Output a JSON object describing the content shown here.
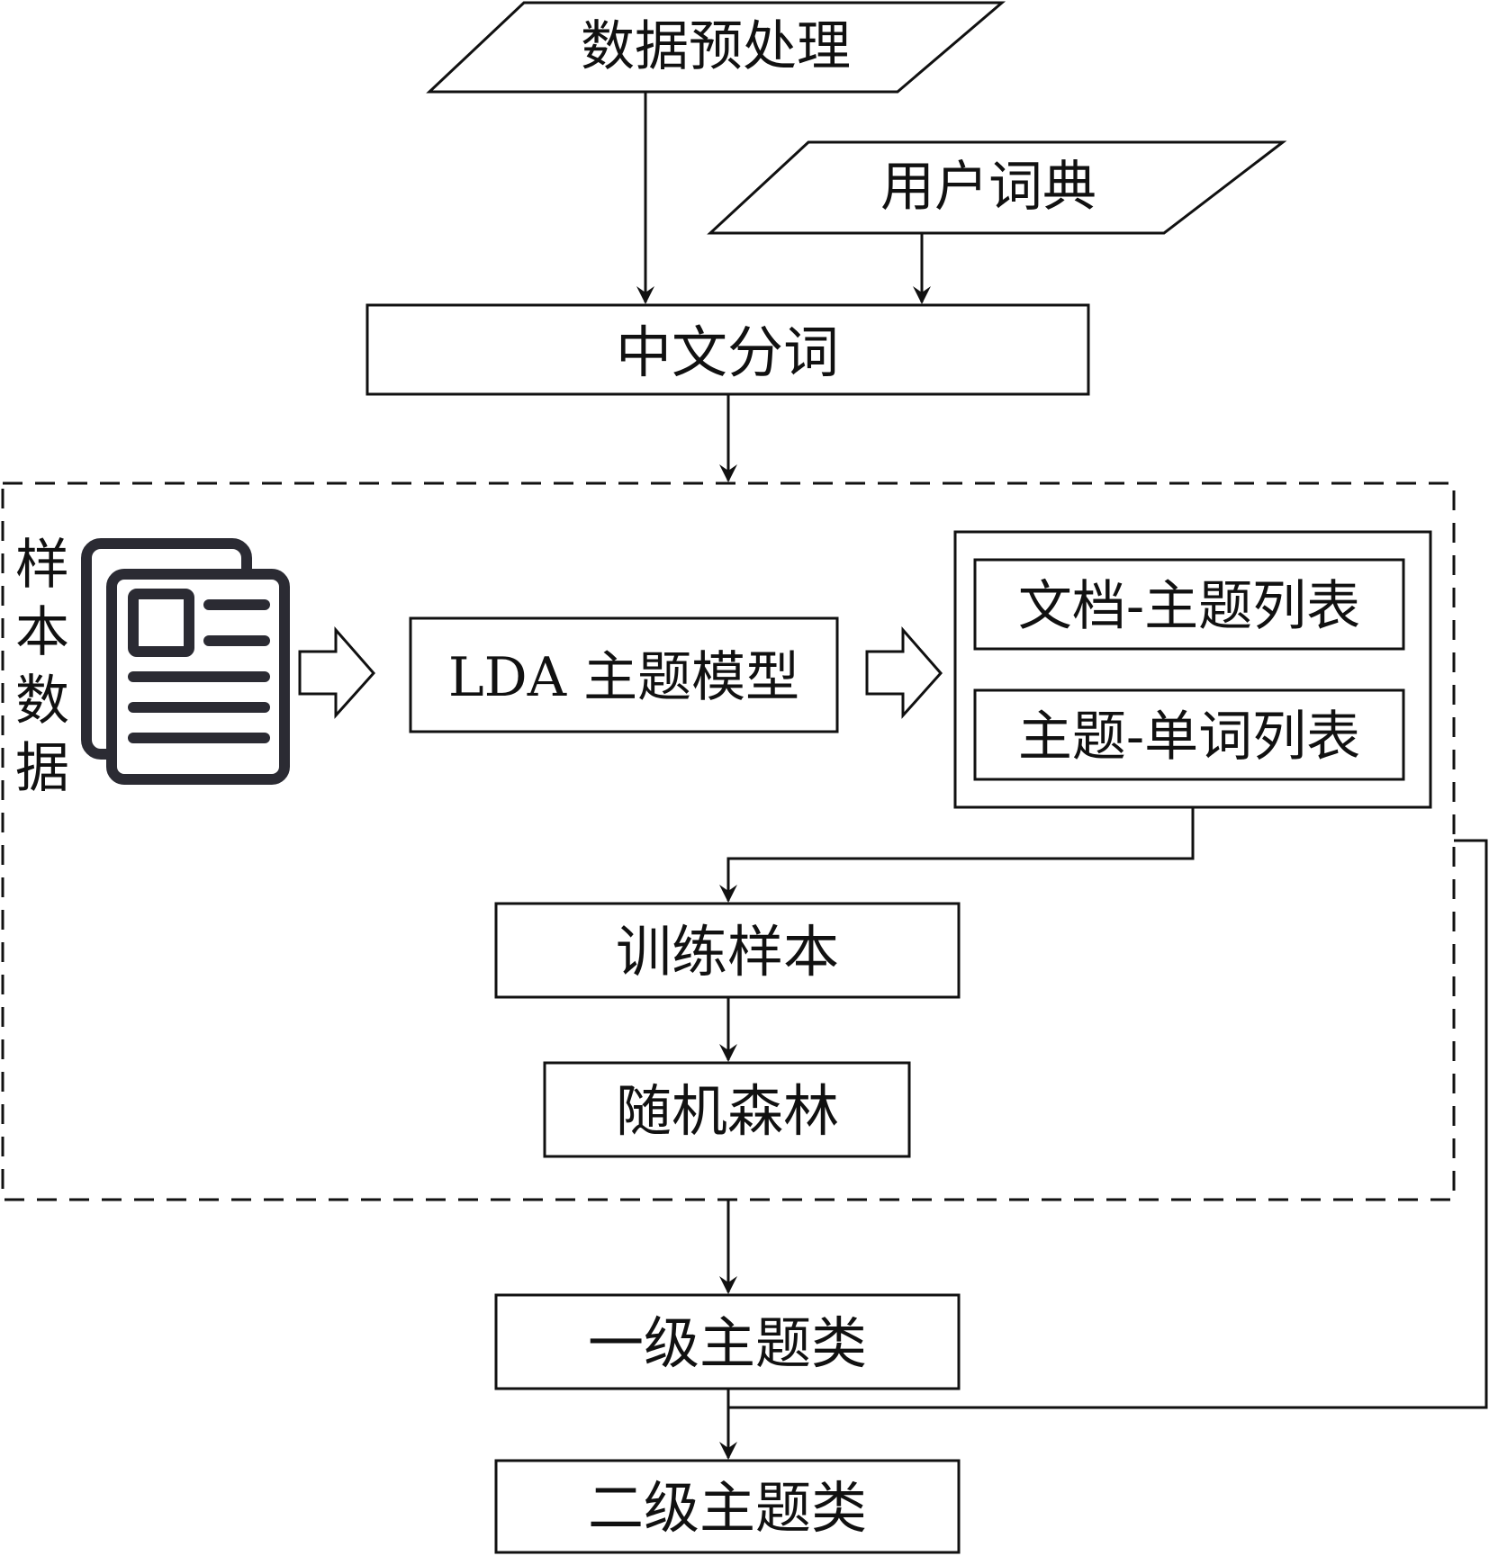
{
  "nodes": {
    "data_preprocessing": "数据预处理",
    "user_dictionary": "用户词典",
    "chinese_segmentation": "中文分词",
    "sample_data": "样本数据",
    "lda_model": "LDA 主题模型",
    "doc_topic_list": "文档-主题列表",
    "topic_word_list": "主题-单词列表",
    "training_samples": "训练样本",
    "random_forest": "随机森林",
    "level1_topic": "一级主题类",
    "level2_topic": "二级主题类"
  },
  "icons": {
    "sample_data_icon": "document-stack-icon"
  },
  "colors": {
    "stroke": "#111111",
    "icon": "#2b2b33",
    "background": "#ffffff"
  }
}
